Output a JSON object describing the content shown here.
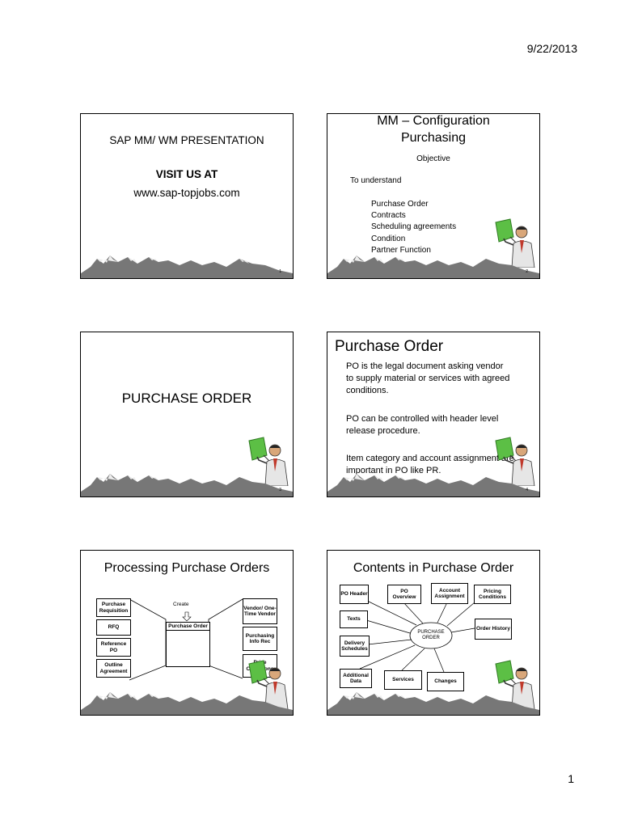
{
  "header": {
    "date": "9/22/2013"
  },
  "footer": {
    "page_number": "1"
  },
  "slides": [
    {
      "number": "1",
      "line1": "SAP MM/ WM PRESENTATION",
      "line2": "VISIT US AT",
      "line3": "www.sap-topjobs.com"
    },
    {
      "number": "2",
      "title_line1": "MM – Configuration",
      "title_line2": "Purchasing",
      "subtitle": "Objective",
      "intro": "To understand",
      "items": [
        "Purchase Order",
        "Contracts",
        "Scheduling agreements",
        "Condition",
        "Partner Function"
      ]
    },
    {
      "number": "3",
      "title": "PURCHASE ORDER"
    },
    {
      "number": "4",
      "title": "Purchase Order",
      "para1": "PO is the legal document asking vendor to supply material or services with agreed conditions.",
      "para2": "PO can be controlled with header level release procedure.",
      "para3": "Item category and account assignment are important in PO like PR."
    },
    {
      "number": "",
      "title": "Processing Purchase Orders",
      "left_boxes": [
        "Purchase Requisition",
        "RFQ",
        "Reference PO",
        "Outline Agreement"
      ],
      "create_label": "Create",
      "center_box": "Purchase Order",
      "right_boxes": [
        "Vendor/ One-Time Vendor",
        "Purchasing Info Rec",
        "Price Conditions"
      ]
    },
    {
      "number": "",
      "title": "Contents in Purchase Order",
      "center_label": "PURCHASE ORDER",
      "boxes": [
        "PO Header",
        "PO Overview",
        "Account Assignment",
        "Pricing Conditions",
        "Texts",
        "Order History",
        "Delivery Schedules",
        "Additional Data",
        "Services",
        "Changes"
      ]
    }
  ]
}
